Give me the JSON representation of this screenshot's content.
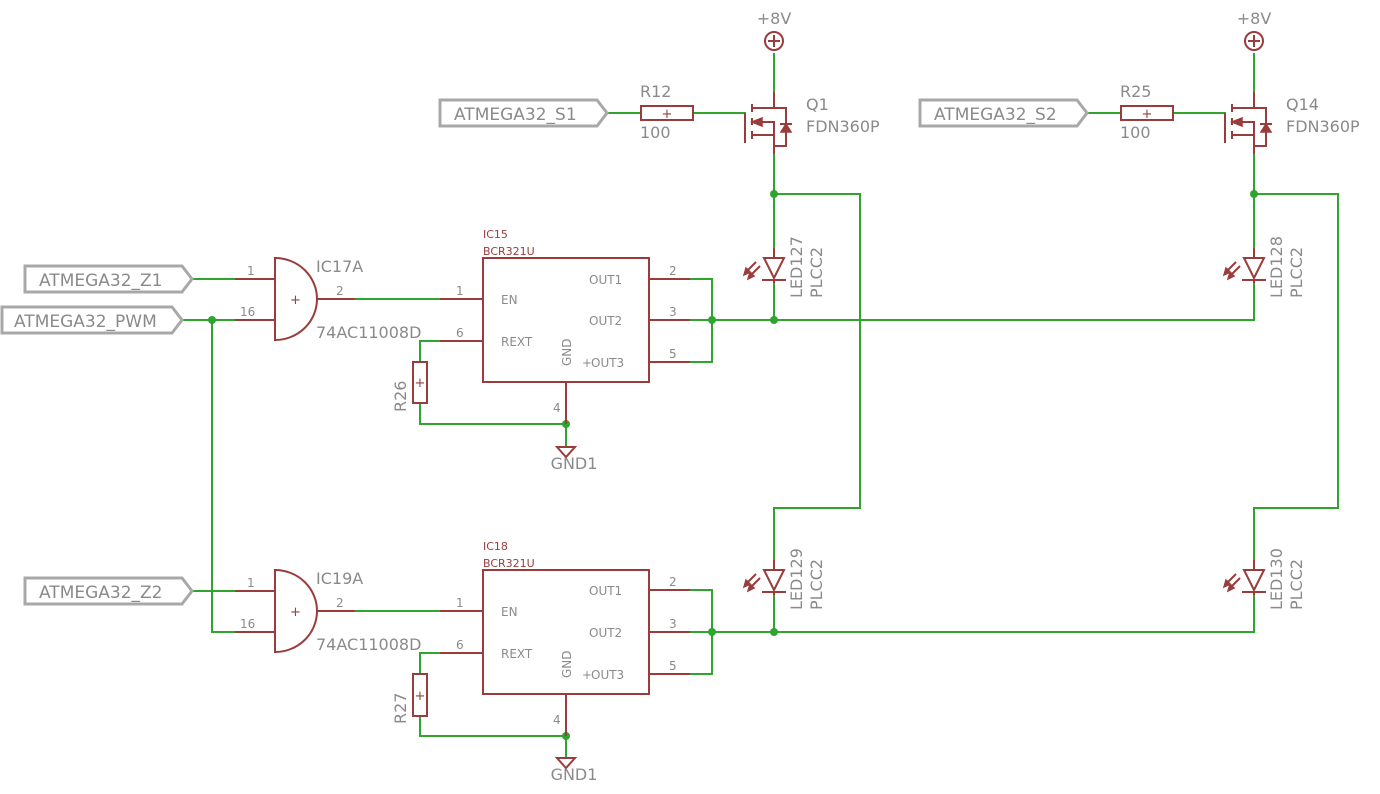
{
  "colors": {
    "wire": "#2fa52f",
    "symbol": "#9a3c3c",
    "label": "#8a8a8a",
    "port": "#a8a8a8"
  },
  "ports": {
    "s1": "ATMEGA32_S1",
    "s2": "ATMEGA32_S2",
    "z1": "ATMEGA32_Z1",
    "pwm": "ATMEGA32_PWM",
    "z2": "ATMEGA32_Z2"
  },
  "supply": {
    "label": "+8V"
  },
  "gnd": {
    "label": "GND1"
  },
  "resistors": {
    "r12": {
      "name": "R12",
      "value": "100"
    },
    "r25": {
      "name": "R25",
      "value": "100"
    },
    "r26": {
      "name": "R26"
    },
    "r27": {
      "name": "R27"
    }
  },
  "transistors": {
    "q1": {
      "name": "Q1",
      "value": "FDN360P"
    },
    "q14": {
      "name": "Q14",
      "value": "FDN360P"
    }
  },
  "leds": {
    "led127": {
      "name": "LED127",
      "value": "PLCC2"
    },
    "led128": {
      "name": "LED128",
      "value": "PLCC2"
    },
    "led129": {
      "name": "LED129",
      "value": "PLCC2"
    },
    "led130": {
      "name": "LED130",
      "value": "PLCC2"
    }
  },
  "gates": {
    "ic17a": {
      "name": "IC17A",
      "value": "74AC11008D",
      "pin_in1": "1",
      "pin_in2": "16",
      "pin_out": "2"
    },
    "ic19a": {
      "name": "IC19A",
      "value": "74AC11008D",
      "pin_in1": "1",
      "pin_in2": "16",
      "pin_out": "2"
    }
  },
  "drivers": {
    "ic15": {
      "name": "IC15",
      "value": "BCR321U",
      "en": "EN",
      "rext": "REXT",
      "gnd": "GND",
      "out1": "OUT1",
      "out2": "OUT2",
      "out3": "OUT3",
      "pin_en": "1",
      "pin_rext": "6",
      "pin_gnd": "4",
      "pin_out1": "2",
      "pin_out2": "3",
      "pin_out3": "5"
    },
    "ic18": {
      "name": "IC18",
      "value": "BCR321U",
      "en": "EN",
      "rext": "REXT",
      "gnd": "GND",
      "out1": "OUT1",
      "out2": "OUT2",
      "out3": "OUT3",
      "pin_en": "1",
      "pin_rext": "6",
      "pin_gnd": "4",
      "pin_out1": "2",
      "pin_out2": "3",
      "pin_out3": "5"
    }
  }
}
